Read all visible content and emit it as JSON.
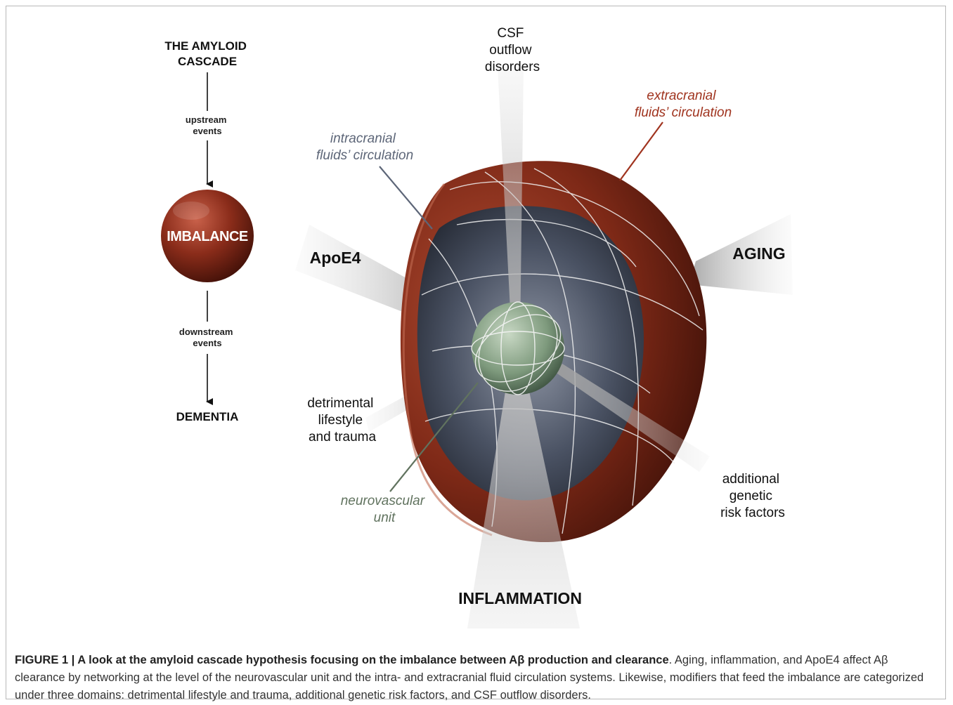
{
  "cascade": {
    "title_line1": "THE AMYLOID",
    "title_line2": "CASCADE",
    "upstream_line1": "upstream",
    "upstream_line2": "events",
    "imbalance": "IMBALANCE",
    "downstream_line1": "downstream",
    "downstream_line2": "events",
    "dementia": "DEMENTIA"
  },
  "labels": {
    "csf_line1": "CSF",
    "csf_line2": "outflow",
    "csf_line3": "disorders",
    "extracranial_line1": "extracranial",
    "extracranial_line2": "fluids’ circulation",
    "intracranial_line1": "intracranial",
    "intracranial_line2": "fluids’ circulation",
    "apoe4": "ApoE4",
    "aging": "AGING",
    "lifestyle_line1": "detrimental",
    "lifestyle_line2": "lifestyle",
    "lifestyle_line3": "and trauma",
    "genetic_line1": "additional",
    "genetic_line2": "genetic",
    "genetic_line3": "risk factors",
    "neurovascular_line1": "neurovascular",
    "neurovascular_line2": "unit",
    "inflammation": "INFLAMMATION"
  },
  "colors": {
    "extracranial": "#a0341f",
    "intracranial": "#5d6678",
    "neurovascular": "#61735f"
  },
  "caption": {
    "bold": "FIGURE 1 | A look at the amyloid cascade hypothesis focusing on the imbalance between Aβ production and clearance",
    "text": ". Aging, inflammation, and ApoE4 affect Aβ clearance by networking at the level of the neurovascular unit and the intra- and extracranial fluid circulation systems. Likewise, modifiers that feed the imbalance are categorized under three domains: detrimental lifestyle and trauma, additional genetic risk factors, and CSF outflow disorders."
  }
}
